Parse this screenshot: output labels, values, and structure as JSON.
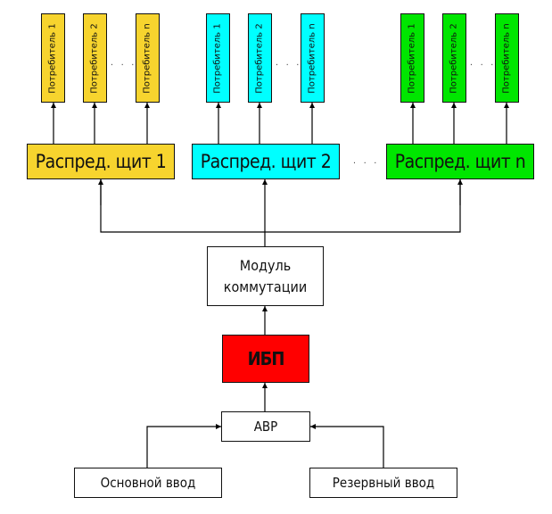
{
  "diagram": {
    "groups": [
      {
        "panel": "Распред. щит 1",
        "color": "#f7d42e",
        "consumers": [
          "Потребитель 1",
          "Потребитель 2",
          "Потребитель n"
        ]
      },
      {
        "panel": "Распред. щит 2",
        "color": "#00ffff",
        "consumers": [
          "Потребитель 1",
          "Потребитель 2",
          "Потребитель n"
        ]
      },
      {
        "panel": "Распред. щит n",
        "color": "#00e600",
        "consumers": [
          "Потребитель 1",
          "Потребитель 2",
          "Потребитель n"
        ]
      }
    ],
    "ellipsis": ". . .",
    "switching_module": "Модуль коммутации",
    "ups": "ИБП",
    "ups_color": "#ff0000",
    "ats": "АВР",
    "main_input": "Основной ввод",
    "reserve_input": "Резервный ввод"
  }
}
